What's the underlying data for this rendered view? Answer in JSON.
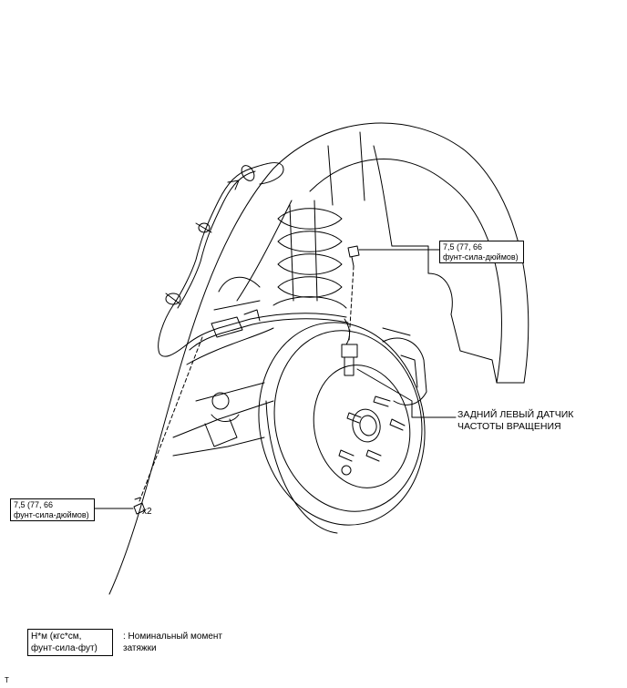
{
  "torque_callouts": [
    {
      "line1": "7,5 (77, 66",
      "line2": "фунт-сила-дюймов)"
    },
    {
      "line1": "7,5 (77, 66",
      "line2": "фунт-сила-дюймов)"
    }
  ],
  "bolt_count": "x2",
  "part_label": {
    "line1": "ЗАДНИЙ ЛЕВЫЙ ДАТЧИК",
    "line2": "ЧАСТОТЫ ВРАЩЕНИЯ"
  },
  "legend": {
    "box_line1": "Н*м (кгс*см,",
    "box_line2": "фунт-сила-фут)",
    "desc_line1": ": Номинальный момент",
    "desc_line2": "затяжки"
  },
  "footer_mark": "T"
}
